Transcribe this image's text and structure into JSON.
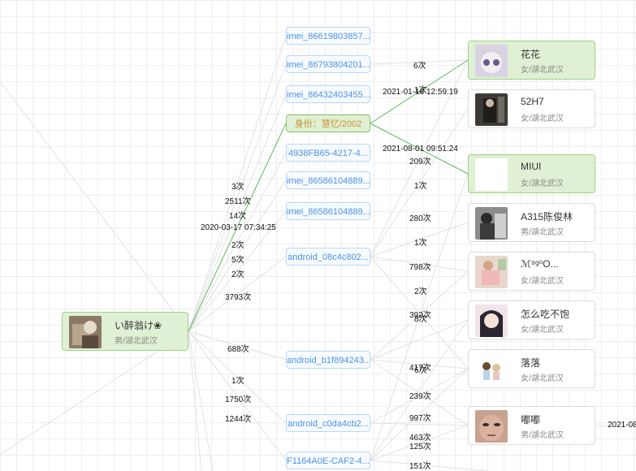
{
  "source": {
    "name": "い醉翁け❀",
    "sub": "男/湖北武汉"
  },
  "middle": [
    {
      "label": "imei_86619803857..."
    },
    {
      "label": "imei_86793804201..."
    },
    {
      "label": "imei_86432403455..."
    },
    {
      "label": "身份：慧忆/2002"
    },
    {
      "label": "4938FB65-4217-4..."
    },
    {
      "label": "imei_86586104889..."
    },
    {
      "label": "imei_86586104889..."
    },
    {
      "label": "android_08c4c802..."
    },
    {
      "label": "android_b1f894243..."
    },
    {
      "label": "android_c0da4cb2..."
    },
    {
      "label": "F1164A0E-CAF2-4..."
    }
  ],
  "targets": [
    {
      "name": "花花",
      "sub": "女/湖北武汉"
    },
    {
      "name": "52H7",
      "sub": "女/湖北武汉"
    },
    {
      "name": "MIUI",
      "sub": "女/湖北武汉"
    },
    {
      "name": "A315陈俊林",
      "sub": "男/湖北武汉"
    },
    {
      "name": "ℳ⁹ᵍ⁰O...",
      "sub": "女/湖北武汉"
    },
    {
      "name": "怎么吃不饱",
      "sub": "女/湖北武汉"
    },
    {
      "name": "落落",
      "sub": "女/湖北武汉"
    },
    {
      "name": "嘟嘟",
      "sub": "男/湖北武汉"
    }
  ],
  "left_labels": [
    "3次",
    "2511次",
    "14次",
    "2020-03-17 07:34:25",
    "2次",
    "5次",
    "2次",
    "3793次",
    "688次",
    "1次",
    "1750次",
    "1244次"
  ],
  "right_labels": [
    "6次",
    "1次",
    "2021-01-18 12:59:19",
    "2021-08-01 09:51:24",
    "209次",
    "1次",
    "280次",
    "1次",
    "798次",
    "2次",
    "392次",
    "8次",
    "417次",
    "6次",
    "239次",
    "997次",
    "463次",
    "125次",
    "151次"
  ],
  "edge_text": "2021-08",
  "colors": {
    "highlight_edge": "#5cb85c",
    "edge": "#dddddd",
    "highlight_fill": "#dff0d4"
  }
}
